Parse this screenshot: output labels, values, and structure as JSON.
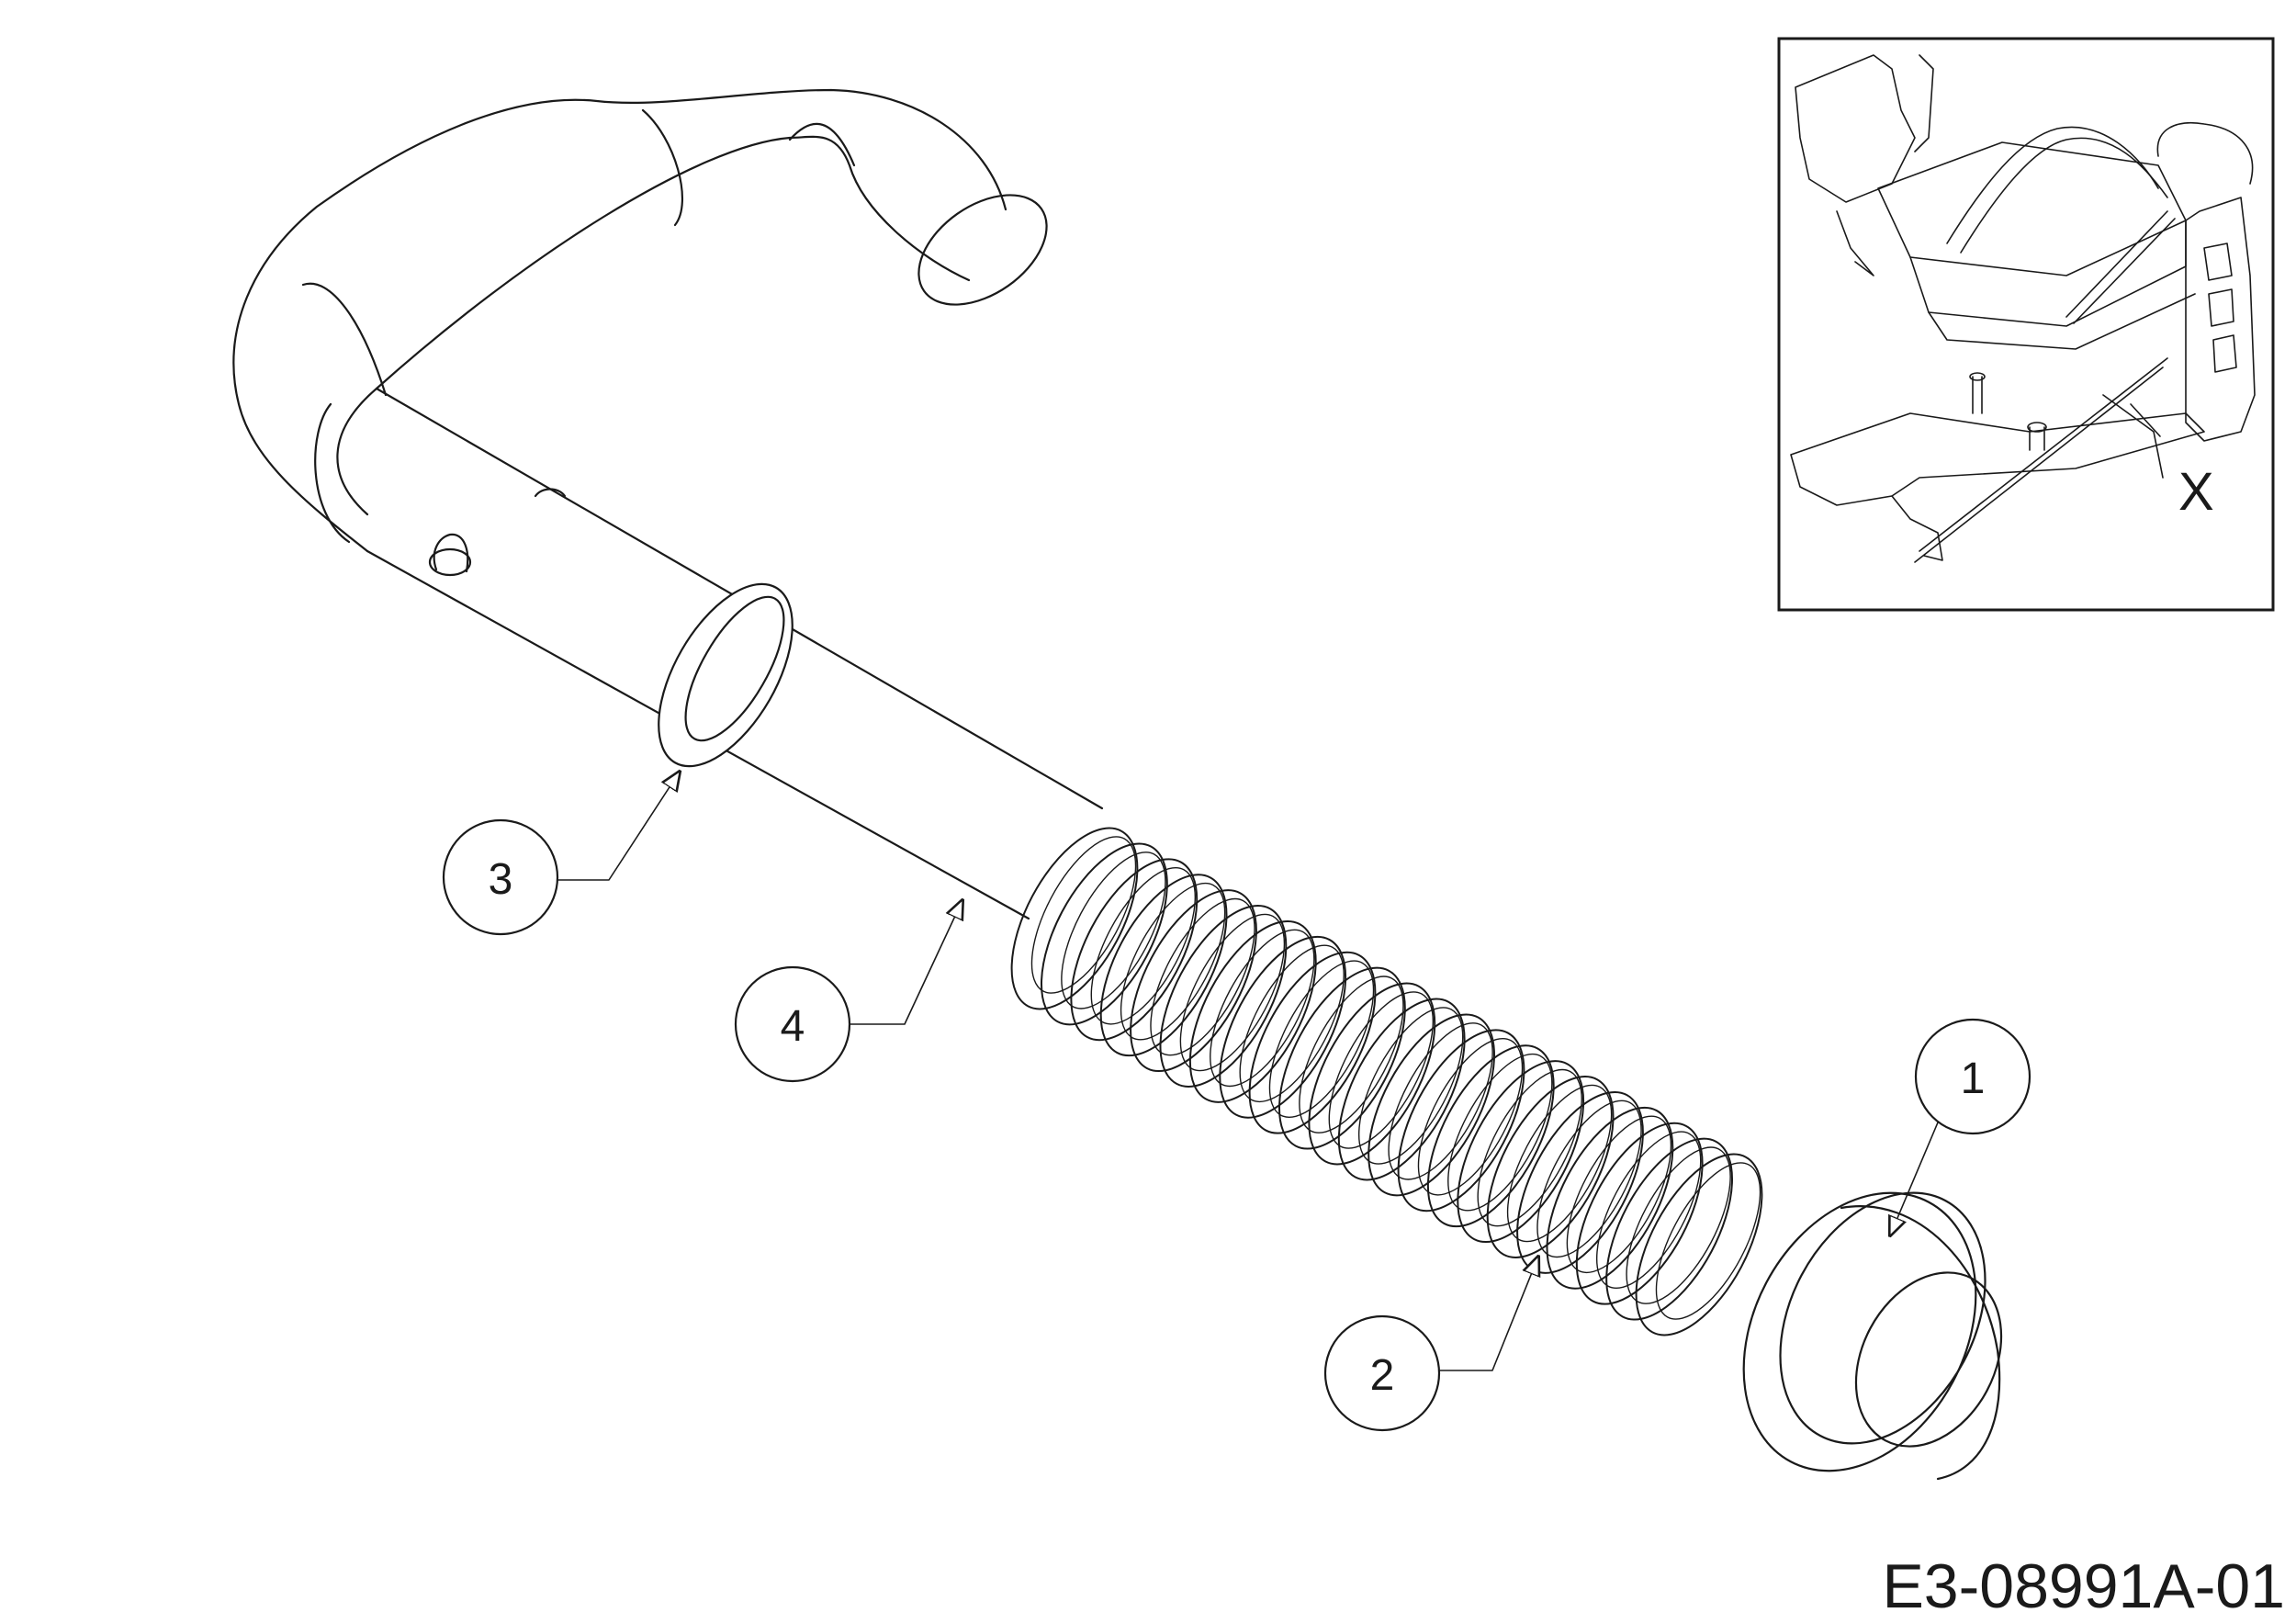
{
  "callouts": [
    {
      "id": "1",
      "label": "1"
    },
    {
      "id": "2",
      "label": "2"
    },
    {
      "id": "3",
      "label": "3"
    },
    {
      "id": "4",
      "label": "4"
    }
  ],
  "inset": {
    "marker_label": "X"
  },
  "drawing_code": "E3-08991A-01"
}
